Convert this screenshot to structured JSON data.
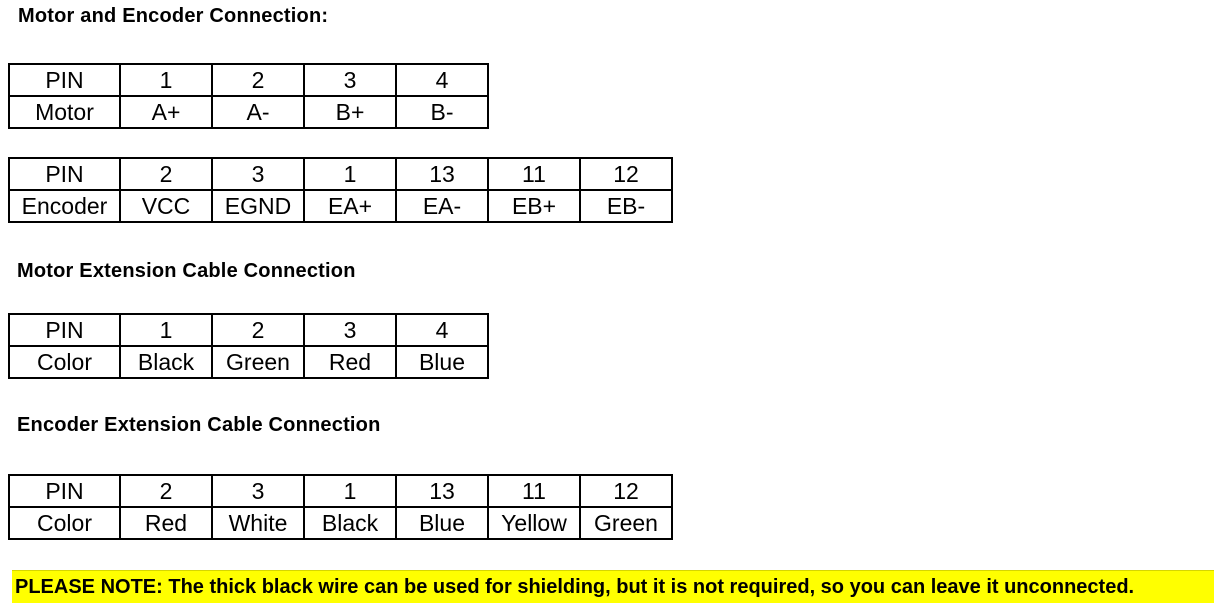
{
  "headings": {
    "title": "Motor and Encoder Connection:",
    "motor_extension": "Motor Extension Cable Connection",
    "encoder_extension": "Encoder Extension Cable Connection"
  },
  "tables": {
    "motor_connection": {
      "rows": [
        [
          "PIN",
          "1",
          "2",
          "3",
          "4"
        ],
        [
          "Motor",
          "A+",
          "A-",
          "B+",
          "B-"
        ]
      ]
    },
    "encoder_connection": {
      "rows": [
        [
          "PIN",
          "2",
          "3",
          "1",
          "13",
          "11",
          "12"
        ],
        [
          "Encoder",
          "VCC",
          "EGND",
          "EA+",
          "EA-",
          "EB+",
          "EB-"
        ]
      ]
    },
    "motor_extension_cable": {
      "rows": [
        [
          "PIN",
          "1",
          "2",
          "3",
          "4"
        ],
        [
          "Color",
          "Black",
          "Green",
          "Red",
          "Blue"
        ]
      ]
    },
    "encoder_extension_cable": {
      "rows": [
        [
          "PIN",
          "2",
          "3",
          "1",
          "13",
          "11",
          "12"
        ],
        [
          "Color",
          "Red",
          "White",
          "Black",
          "Blue",
          "Yellow",
          "Green"
        ]
      ]
    }
  },
  "note": {
    "text": "PLEASE NOTE: The thick black wire can be used for shielding, but it is not required, so you can leave it unconnected.",
    "highlight_color": "#ffff00",
    "text_color": "#000000"
  }
}
